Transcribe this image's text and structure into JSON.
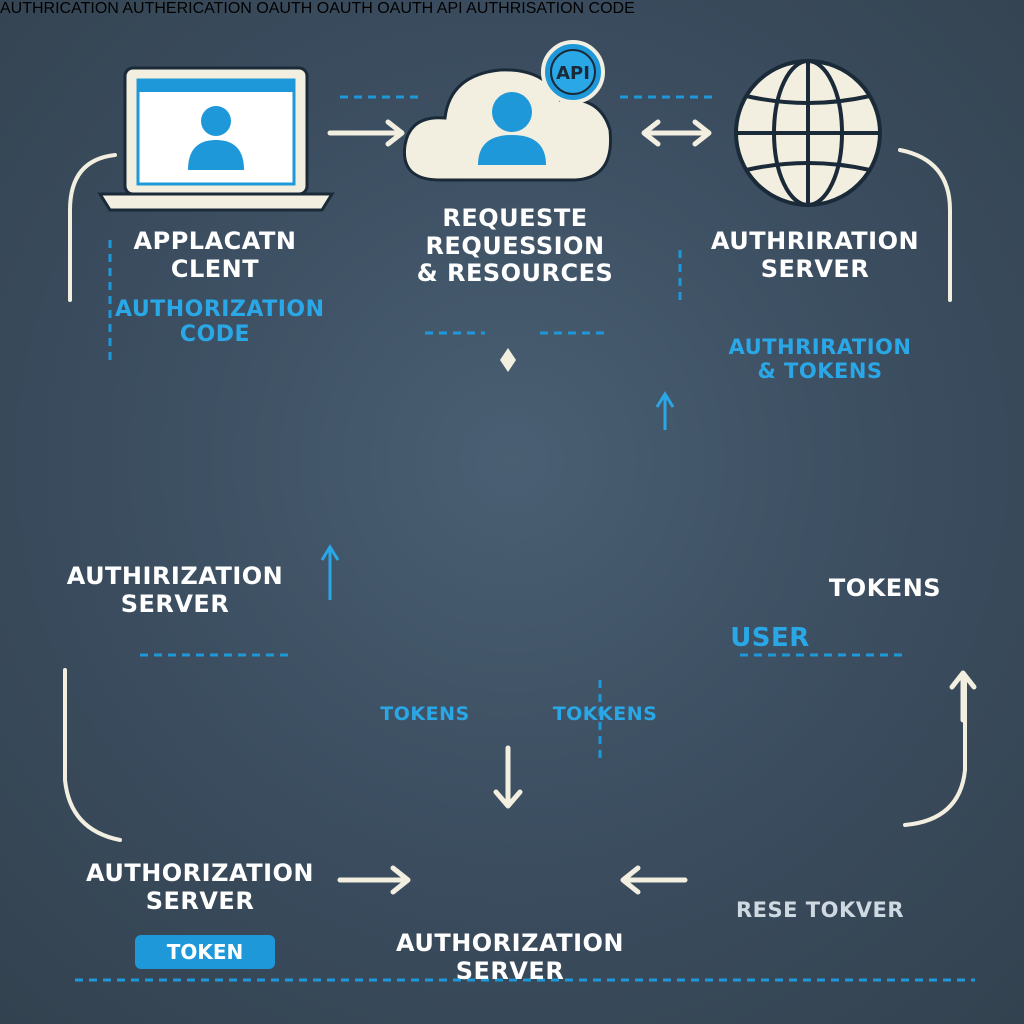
{
  "labels": {
    "app_client_1": "APPLACATN",
    "app_client_2": "CLENT",
    "auth_code_1": "AUTHORIZATION",
    "auth_code_2": "CODE",
    "request_1": "REQUESTE",
    "request_2": "REQUESSION",
    "request_3": "& RESOURCES",
    "auth_server_tr_1": "AUTHRIRATION",
    "auth_server_tr_2": "SERVER",
    "auth_tokens_1": "AUTHRIRATION",
    "auth_tokens_2": "& TOKENS",
    "auth_server_left_1": "AUTHIRIZATION",
    "auth_server_left_2": "SERVER",
    "tokens_right": "TOKENS",
    "user": "USER",
    "tokens_mid_left": "TOKENS",
    "tokens_mid_right": "TOKKENS",
    "auth_server_bl_1": "AUTHORIZATION",
    "auth_server_bl_2": "SERVER",
    "token_pill": "TOKEN",
    "auth_server_bottom_1": "AUTHORIZATION",
    "auth_server_bottom_2": "SERVER",
    "rese_tokver": "RESE TOKVER"
  },
  "center": {
    "top_text": "AUTHRICATION",
    "bottom_text": "AUTHERICATION",
    "left_tag": "OAUTH",
    "right_tag": "OAUTH"
  },
  "monitor_screen_text": "OAUTH",
  "api_box_text": "API",
  "cloud_badge_text": "API",
  "card_text_1": "AUTHRISATION",
  "card_text_2": "CODE",
  "colors": {
    "background": "#3a4c5e",
    "accent_blue": "#1e98d8",
    "bright_blue": "#2aa7e6",
    "cream": "#f3efe0",
    "gold": "#e3a72a",
    "text": "#ffffff"
  },
  "icons": [
    "laptop-user-icon",
    "cloud-user-icon",
    "globe-icon",
    "browser-search-icon",
    "monitor-oauth-icon",
    "globe-gear-icon",
    "api-box-icon",
    "document-icon",
    "shield-icon",
    "server-icon",
    "lock-icon",
    "user-icon"
  ]
}
